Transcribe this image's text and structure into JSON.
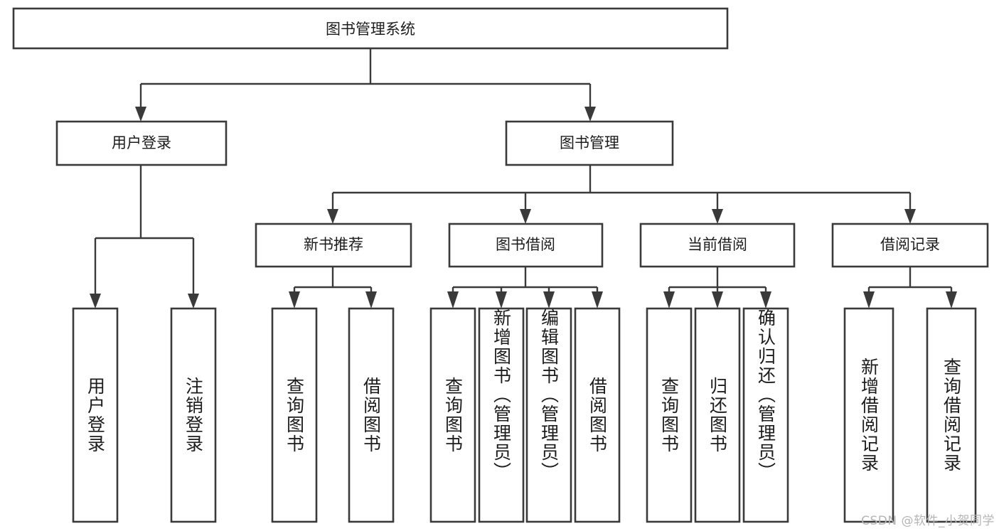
{
  "diagram": {
    "type": "tree",
    "title": "图书管理系统",
    "watermark": "CSDN @软件_小贺同学",
    "colors": {
      "stroke": "#3a3a3a",
      "fill": "#ffffff",
      "text": "#1c1c1c",
      "watermark": "#b5b5b5",
      "background": "#ffffff"
    },
    "root": {
      "label": "图书管理系统"
    },
    "level2": [
      {
        "label": "用户登录"
      },
      {
        "label": "图书管理"
      }
    ],
    "level3": [
      {
        "label": "新书推荐"
      },
      {
        "label": "图书借阅"
      },
      {
        "label": "当前借阅"
      },
      {
        "label": "借阅记录"
      }
    ],
    "leaves": {
      "user_login": [
        {
          "label": "用户登录"
        },
        {
          "label": "注销登录"
        }
      ],
      "new_book": [
        {
          "label": "查询图书"
        },
        {
          "label": "借阅图书"
        }
      ],
      "book_borrow": [
        {
          "label": "查询图书"
        },
        {
          "label": "新增图书（管理员）"
        },
        {
          "label": "编辑图书（管理员）"
        },
        {
          "label": "借阅图书"
        }
      ],
      "current_borrow": [
        {
          "label": "查询图书"
        },
        {
          "label": "归还图书"
        },
        {
          "label": "确认归还（管理员）"
        }
      ],
      "borrow_record": [
        {
          "label": "新增借阅记录"
        },
        {
          "label": "查询借阅记录"
        }
      ]
    }
  }
}
